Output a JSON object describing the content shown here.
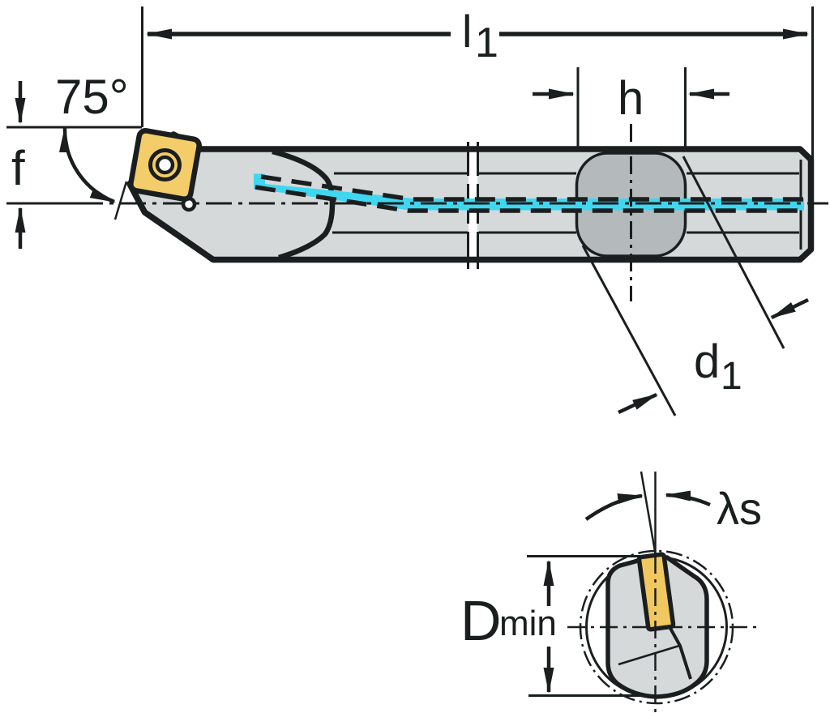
{
  "labels": {
    "lead_angle": "75°",
    "f": "f",
    "l1_main": "l",
    "l1_sub": "1",
    "h": "h",
    "d1_main": "d",
    "d1_sub": "1",
    "lambda_s": "λs",
    "dmin_main": "D",
    "dmin_sub": "min"
  },
  "colors": {
    "ink": "#1b1e1f",
    "body": "#d5d9da",
    "section": "#b4babb",
    "coolant": "#3fd6f0",
    "insert": "#f3cd69",
    "insertend": "#f1c85f",
    "bg": "#ffffff"
  }
}
